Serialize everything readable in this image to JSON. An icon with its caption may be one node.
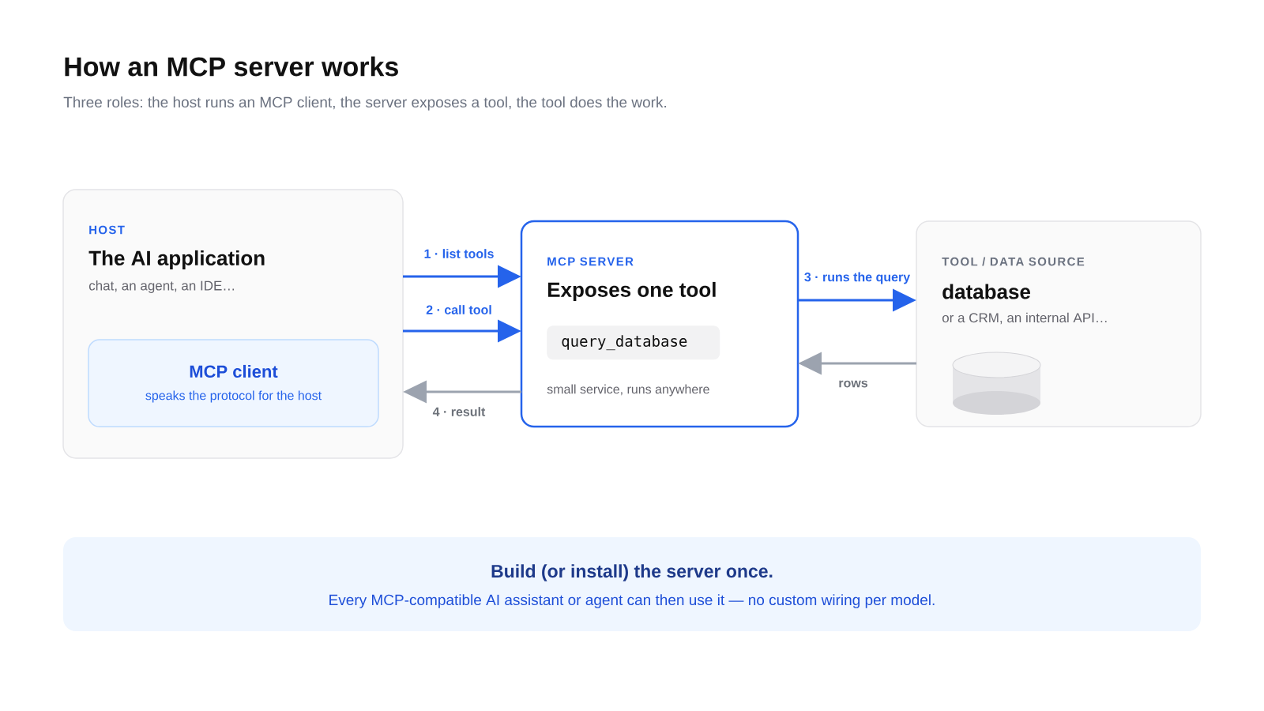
{
  "diagram": {
    "title": "How an MCP server works",
    "nodes": [
      {
        "text": [
          "HOST",
          "The AI application",
          "chat, an agent, an IDE…"
        ]
      },
      {
        "text": [
          "MCP client",
          "speaks the protocol for the host"
        ],
        "in": 0
      },
      {
        "text": [
          "MCP SERVER",
          "Exposes one tool",
          "small service, runs anywhere"
        ]
      },
      {
        "text": [
          "query_database"
        ],
        "in": 2
      },
      {
        "text": [
          "TOOL / DATA SOURCE",
          "database",
          "or a CRM, an internal API…"
        ]
      },
      {
        "text": [
          "Build (or install) the server once.",
          "Every MCP-compatible AI assistant or agent can then use it — no custom wiring per model."
        ]
      }
    ],
    "edges": [
      {
        "from": 0,
        "to": 2,
        "arrow": "to",
        "label": "1 · list tools"
      },
      {
        "from": 0,
        "to": 2,
        "arrow": "to",
        "label": "2 · call tool"
      },
      {
        "from": 2,
        "to": 4,
        "arrow": "to",
        "label": "3 · runs the query"
      },
      {
        "from": 4,
        "to": 2,
        "arrow": "to",
        "label": "rows",
        "color": "#9ca3af"
      },
      {
        "from": 2,
        "to": 0,
        "arrow": "to",
        "label": "4 · result",
        "color": "#9ca3af"
      }
    ],
    "labels": [
      "Three roles: the host runs an MCP client, the server exposes a tool, the tool does the work."
    ]
  }
}
